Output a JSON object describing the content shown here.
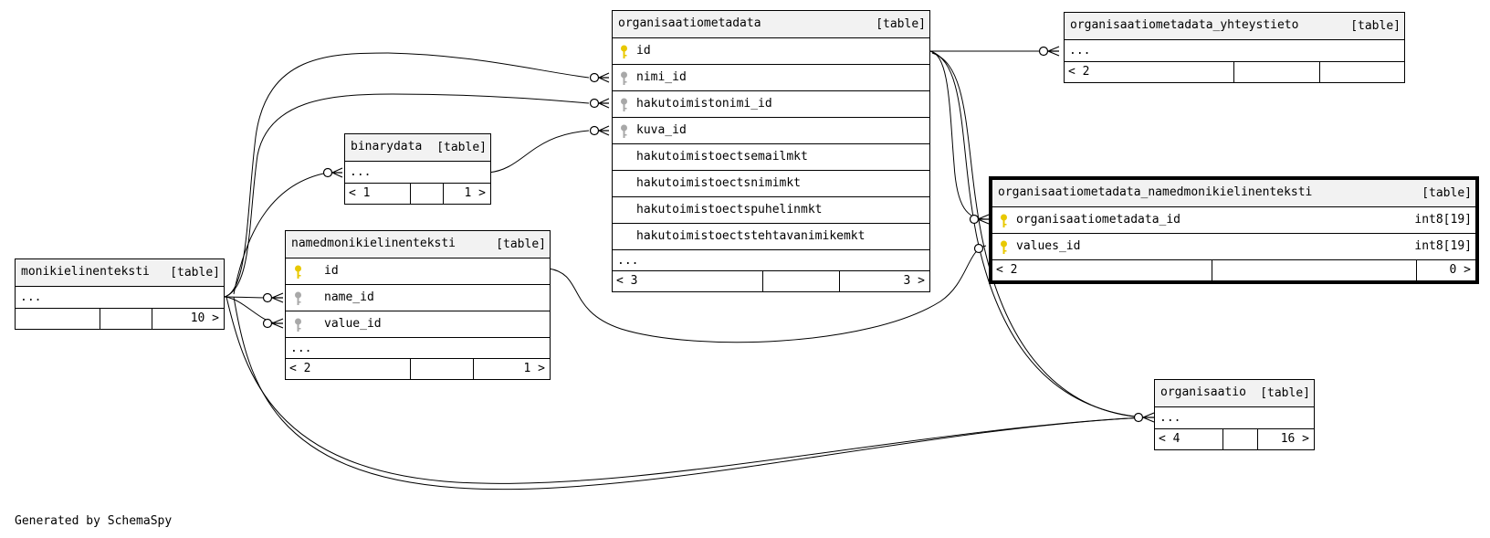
{
  "caption": "Generated by SchemaSpy",
  "tables": {
    "organisaatiometadata": {
      "name": "organisaatiometadata",
      "kind": "[table]",
      "columns": [
        "id",
        "nimi_id",
        "hakutoimistonimi_id",
        "kuva_id",
        "hakutoimistoectsemailmkt",
        "hakutoimistoectsnimimkt",
        "hakutoimistoectspuhelinmkt",
        "hakutoimistoectstehtavanimikemkt"
      ],
      "ellipsis": "...",
      "footer": {
        "left": "< 3",
        "right": "3 >"
      }
    },
    "yhteystieto": {
      "name": "organisaatiometadata_yhteystieto",
      "kind": "[table]",
      "ellipsis": "...",
      "footer": {
        "left": "< 2",
        "right": ""
      }
    },
    "binarydata": {
      "name": "binarydata",
      "kind": "[table]",
      "ellipsis": "...",
      "footer": {
        "left": "< 1",
        "right": "1 >"
      }
    },
    "named": {
      "name": "namedmonikielinenteksti",
      "kind": "[table]",
      "columns": [
        "id",
        "name_id",
        "value_id"
      ],
      "ellipsis": "...",
      "footer": {
        "left": "< 2",
        "right": "1 >"
      }
    },
    "monikielinen": {
      "name": "monikielinenteksti",
      "kind": "[table]",
      "ellipsis": "...",
      "footer": {
        "left": "",
        "right": "10 >"
      }
    },
    "omnamed": {
      "name": "organisaatiometadata_namedmonikielinenteksti",
      "kind": "[table]",
      "columns": [
        "organisaatiometadata_id",
        "values_id"
      ],
      "types": [
        "int8[19]",
        "int8[19]"
      ],
      "footer": {
        "left": "< 2",
        "right": "0 >"
      }
    },
    "organisaatio": {
      "name": "organisaatio",
      "kind": "[table]",
      "ellipsis": "...",
      "footer": {
        "left": "< 4",
        "right": "16 >"
      }
    }
  },
  "colors": {
    "primary_key": "#e8c800",
    "foreign_key": "#a8a8a8",
    "header_bg": "#f2f2f2"
  }
}
